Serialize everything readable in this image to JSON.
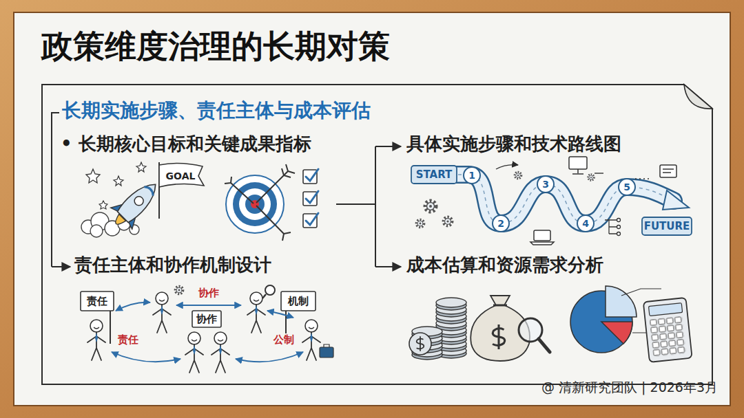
{
  "diagram": {
    "title": "政策维度治理的长期对策",
    "nodes": [
      {
        "text": [
          "长期实施步骤、责任主体与成本评估"
        ]
      }
    ],
    "labels": [
      "• 长期核心目标和关键成果指标",
      "具体实施步骤和技术路线图",
      "责任主体和协作机制设计",
      "成本估算和资源需求分析",
      "GOAL",
      "START",
      "1",
      "2",
      "3",
      "4",
      "5",
      "FUTURE",
      "责任",
      "协作",
      "机制",
      "协作",
      "责任",
      "公制",
      "@ 清新研究团队 | 2026年3月"
    ]
  }
}
